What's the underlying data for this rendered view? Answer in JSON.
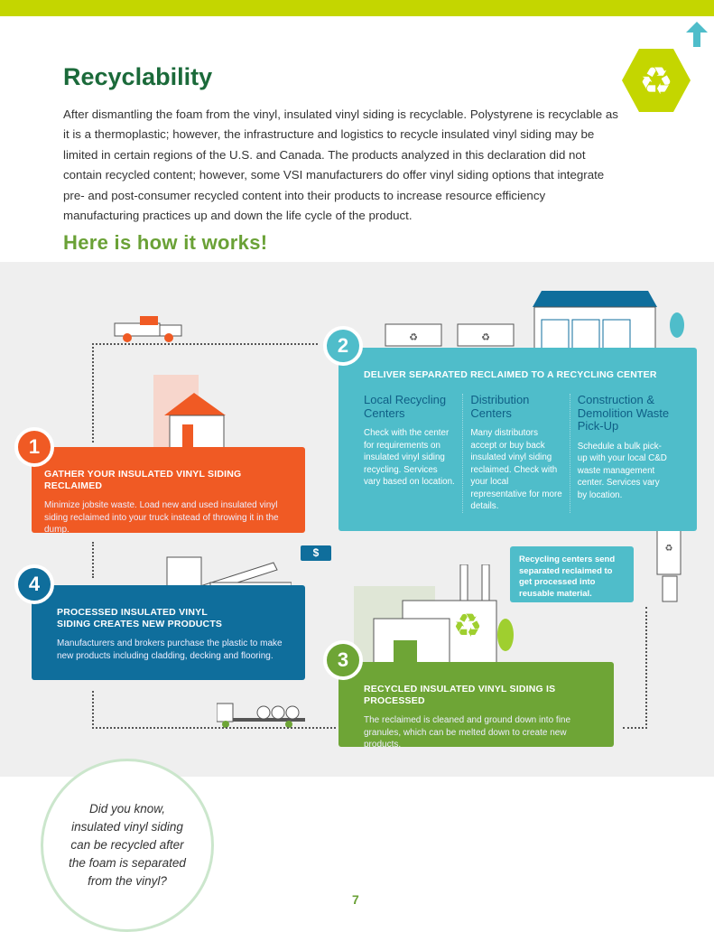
{
  "title": "Recyclability",
  "intro": "After dismantling the foam from the vinyl, insulated vinyl siding is recyclable. Polystyrene is recyclable as it is a thermoplastic; however, the infrastructure and logistics to recycle insulated vinyl siding may be limited in certain regions of the U.S. and Canada. The products analyzed in this declaration did not contain recycled content; however, some VSI manufacturers do offer vinyl siding options that integrate pre- and post-consumer recycled content into their products to increase resource efficiency manufacturing practices up and down the life cycle of the product.",
  "how_heading": "Here is how it works!",
  "steps": [
    {
      "num": "1",
      "title": "GATHER YOUR INSULATED VINYL SIDING RECLAIMED",
      "text": "Minimize jobsite waste. Load new and used insulated vinyl siding reclaimed into your truck instead of throwing it in the dump."
    },
    {
      "num": "2",
      "title": "DELIVER SEPARATED RECLAIMED TO A RECYCLING CENTER",
      "columns": [
        {
          "heading": "Local Recycling Centers",
          "text": "Check with the center for requirements on insulated vinyl siding recycling. Services vary based on location."
        },
        {
          "heading": "Distribution Centers",
          "text": "Many distributors accept or buy back insulated vinyl siding reclaimed. Check with your local representative for more details."
        },
        {
          "heading": "Construction & Demolition Waste Pick-Up",
          "text": "Schedule a bulk pick-up with your local C&D waste management center. Services vary by location."
        }
      ]
    },
    {
      "num": "3",
      "title": "RECYCLED INSULATED VINYL SIDING IS PROCESSED",
      "text": "The reclaimed is cleaned and ground down into fine granules, which can be melted down to create new products."
    },
    {
      "num": "4",
      "title": "PROCESSED INSULATED VINYL SIDING CREATES NEW PRODUCTS",
      "text": "Manufacturers and brokers purchase the plastic to make new products including cladding, decking and flooring."
    }
  ],
  "callout": "Recycling centers send separated reclaimed to get processed into reusable material.",
  "price_tag": "$",
  "did_you_know": "Did you know, insulated vinyl siding can be recycled after the foam is separated from the vinyl?",
  "page_number": "7",
  "colors": {
    "lime": "#c4d600",
    "title_green": "#1b6a3a",
    "orange": "#f05a24",
    "teal": "#4fbdca",
    "blue": "#0f6e9c",
    "green": "#6ea536"
  }
}
